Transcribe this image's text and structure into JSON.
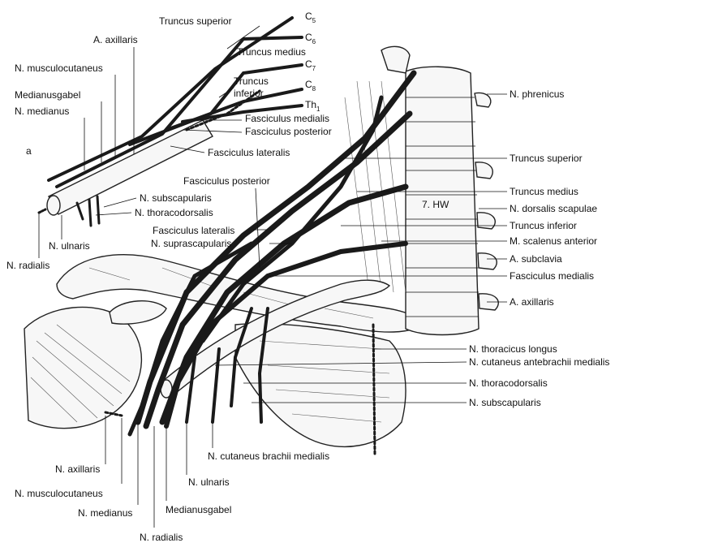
{
  "figure": {
    "panel_label": "a",
    "inset_labels": {
      "c5": {
        "base": "C",
        "sub": "5"
      },
      "c6": {
        "base": "C",
        "sub": "6"
      },
      "c7": {
        "base": "C",
        "sub": "7"
      },
      "c8": {
        "base": "C",
        "sub": "8"
      },
      "th1": {
        "base": "Th",
        "sub": "1"
      },
      "truncus_superior": "Truncus superior",
      "a_axillaris": "A. axillaris",
      "truncus_medius": "Truncus medius",
      "n_musculocutaneus": "N. musculocutaneus",
      "truncus_inferior_1": "Truncus",
      "truncus_inferior_2": "inferior",
      "medianusgabel": "Medianusgabel",
      "n_medianus": "N. medianus",
      "fasciculus_medialis": "Fasciculus medialis",
      "fasciculus_posterior": "Fasciculus posterior",
      "fasciculus_lateralis": "Fasciculus lateralis",
      "n_subscapularis": "N. subscapularis",
      "n_thoracodorsalis": "N. thoracodorsalis",
      "n_ulnaris": "N. ulnaris",
      "n_radialis": "N. radialis"
    },
    "main_labels": {
      "fasciculus_posterior": "Fasciculus posterior",
      "fasciculus_lateralis": "Fasciculus lateralis",
      "n_suprascapularis": "N. suprascapularis",
      "vertebra": "7. HW",
      "right": [
        "N. phrenicus",
        "Truncus superior",
        "Truncus medius",
        "N. dorsalis scapulae",
        "Truncus inferior",
        "M. scalenus anterior",
        "A. subclavia",
        "Fasciculus medialis",
        "A. axillaris",
        "N. thoracicus longus",
        "N. cutaneus antebrachii medialis",
        "N. thoracodorsalis",
        "N. subscapularis"
      ],
      "bottom": {
        "n_axillaris": "N. axillaris",
        "n_musculocutaneus": "N. musculocutaneus",
        "n_medianus": "N. medianus",
        "medianusgabel": "Medianusgabel",
        "n_radialis": "N. radialis",
        "n_ulnaris": "N. ulnaris",
        "n_cutaneus_brachii_medialis": "N. cutaneus brachii medialis"
      }
    }
  }
}
